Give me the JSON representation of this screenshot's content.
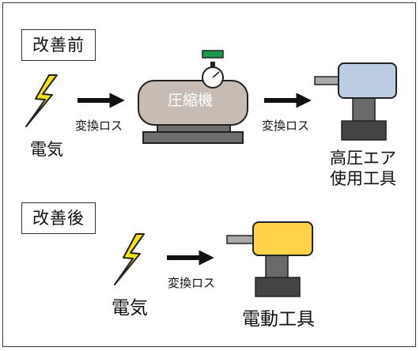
{
  "before": {
    "label": "改善前",
    "electricity": "電気",
    "loss_1": "変換ロス",
    "compressor": "圧縮機",
    "loss_2": "変換ロス",
    "tool_line1": "高圧エア",
    "tool_line2": "使用工具"
  },
  "after": {
    "label": "改善後",
    "electricity": "電気",
    "loss": "変換ロス",
    "tool": "電動工具"
  },
  "colors": {
    "lightning": "#f5e21a",
    "compressor_body": "#c7bcb3",
    "compressor_base": "#6e6e6e",
    "valve": "#1a9a4a",
    "air_tool": "#bccde3",
    "electric_tool": "#ffd24a",
    "tool_handle": "#444444",
    "nozzle": "#a8a8a8",
    "arrow": "#111111"
  }
}
